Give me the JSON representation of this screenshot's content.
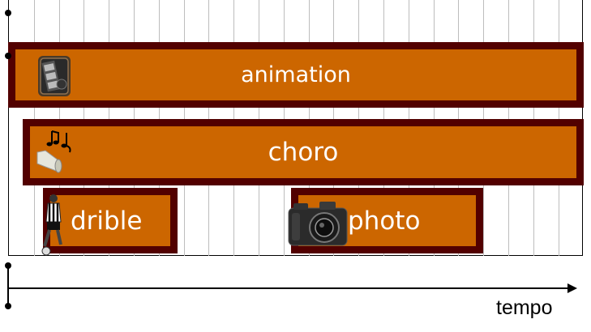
{
  "blocks": {
    "animation": {
      "label": "animation",
      "icon": "film-reel-icon"
    },
    "choro": {
      "label": "choro",
      "icon": "speaker-music-notes-icon"
    },
    "drible": {
      "label": "drible",
      "icon": "soccer-player-icon"
    },
    "photo": {
      "label": "photo",
      "icon": "camera-icon"
    }
  },
  "axis": {
    "label": "tempo"
  },
  "colors": {
    "block_fill": "#cc6600",
    "block_border": "#520000",
    "grid": "#bdbdbd"
  }
}
